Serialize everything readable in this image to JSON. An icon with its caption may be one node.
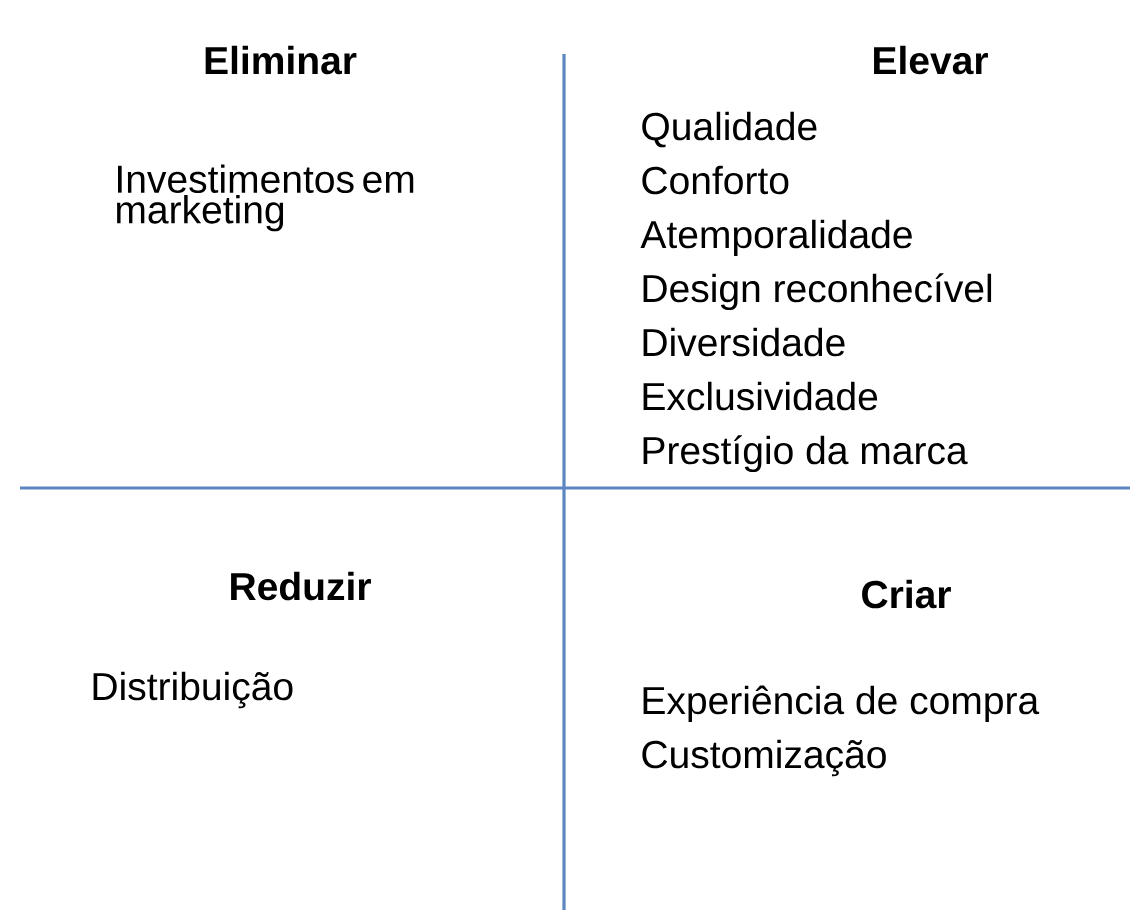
{
  "diagram": {
    "labels": [
      "Eliminar",
      "Elevar",
      "Investimentos em marketing",
      "Qualidade",
      "Conforto",
      "Atemporalidade",
      "Design reconhecível",
      "Diversidade",
      "Exclusividade",
      "Prestígio da marca",
      "Reduzir",
      "Criar",
      "Distribuição",
      "Experiência de compra",
      "Customização"
    ]
  }
}
